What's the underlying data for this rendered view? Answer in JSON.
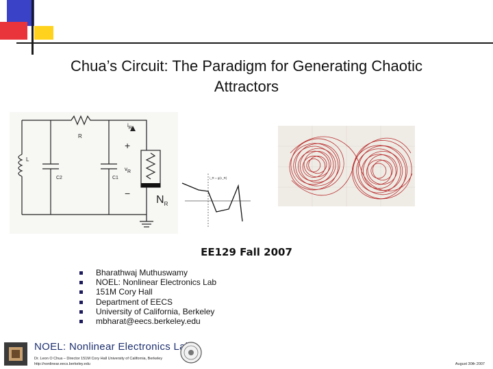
{
  "slide": {
    "title_line1": "Chua’s Circuit: The Paradigm for Generating Chaotic",
    "title_line2": "Attractors",
    "course": "EE129 Fall 2007",
    "contact_items": [
      "Bharathwaj Muthuswamy",
      "NOEL: Nonlinear Electronics Lab",
      "151M Cory Hall",
      "Department of EECS",
      "University of California, Berkeley",
      "mbharat@eecs.berkeley.edu"
    ]
  },
  "circuit": {
    "resistor_label": "R",
    "current_label": "i",
    "current_sub": "R",
    "voltage_label": "v",
    "voltage_sub": "R",
    "plus": "+",
    "minus": "−",
    "inductor_label": "L",
    "c2_label": "C2",
    "c1_label": "C1",
    "nr_label": "N",
    "nr_sub": "R",
    "curve_label": "i_R = g(v_R)"
  },
  "footer": {
    "lab_name": "NOEL: Nonlinear Electronics Lab",
    "line1": "Dr. Leon O Chua – Director  151M Cory Hall University of California, Berkeley",
    "line2": "http://nonlinear.eecs.berkeley.edu",
    "date": "August 30th 2007"
  },
  "colors": {
    "deco_blue": "#3a43c8",
    "deco_red": "#e8343a",
    "deco_yellow": "#ffd21e",
    "attractor": "#b82a2a",
    "bullet": "#1b1b5e",
    "lab_text": "#1c2f6e"
  }
}
